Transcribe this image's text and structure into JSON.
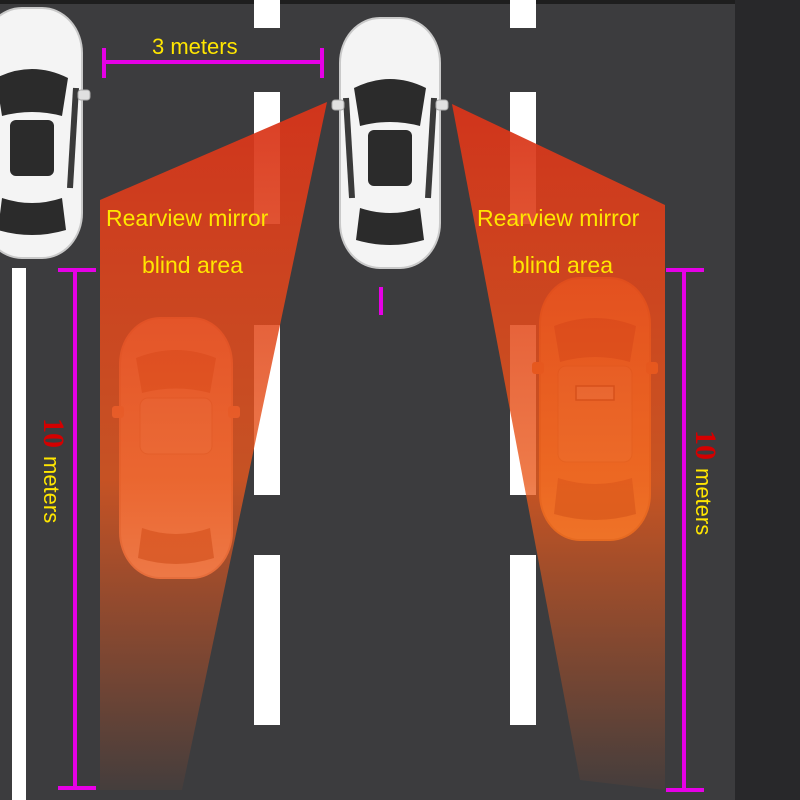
{
  "labels": {
    "lane_width": "3 meters",
    "left_zone_line1": "Rearview mirror",
    "left_zone_line2": "blind area",
    "right_zone_line1": "Rearview mirror",
    "right_zone_line2": "blind area",
    "left_distance_value": "10",
    "left_distance_unit": "meters",
    "right_distance_value": "10",
    "right_distance_unit": "meters"
  },
  "colors": {
    "road": "#3c3c3e",
    "side_strip": "#28282a",
    "lane_marking": "#ffffff",
    "blind_zone": "#e8401a",
    "dimension_line": "#e600e6",
    "label_text": "#ffe600",
    "number_text": "#d40000",
    "white_car": "#f4f4f4",
    "blind_car_left": "#f4a27a",
    "blind_car_right": "#f6b45a"
  }
}
